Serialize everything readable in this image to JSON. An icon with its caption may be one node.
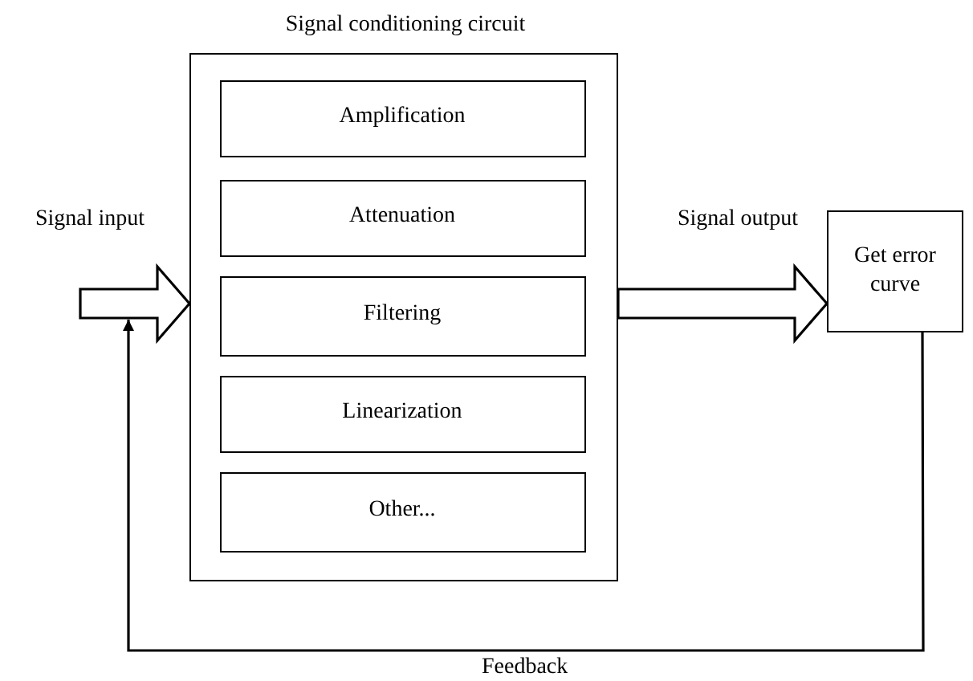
{
  "diagram": {
    "nodes": [
      {
        "text": [
          "Signal conditioning circuit"
        ]
      },
      {
        "text": [
          "Amplification"
        ],
        "in": 0
      },
      {
        "text": [
          "Attenuation"
        ],
        "in": 0
      },
      {
        "text": [
          "Filtering"
        ],
        "in": 0
      },
      {
        "text": [
          "Linearization"
        ],
        "in": 0
      },
      {
        "text": [
          "Other..."
        ],
        "in": 0
      },
      {
        "text": [
          "Get error curve"
        ]
      }
    ],
    "edges": [
      {
        "from": null,
        "to": 0,
        "arrow": "to",
        "style": "thick",
        "label": "Signal input"
      },
      {
        "from": 0,
        "to": 6,
        "arrow": "to",
        "style": "thick",
        "label": "Signal output"
      },
      {
        "from": 6,
        "to": null,
        "arrow": "to",
        "label": "Feedback"
      }
    ]
  }
}
